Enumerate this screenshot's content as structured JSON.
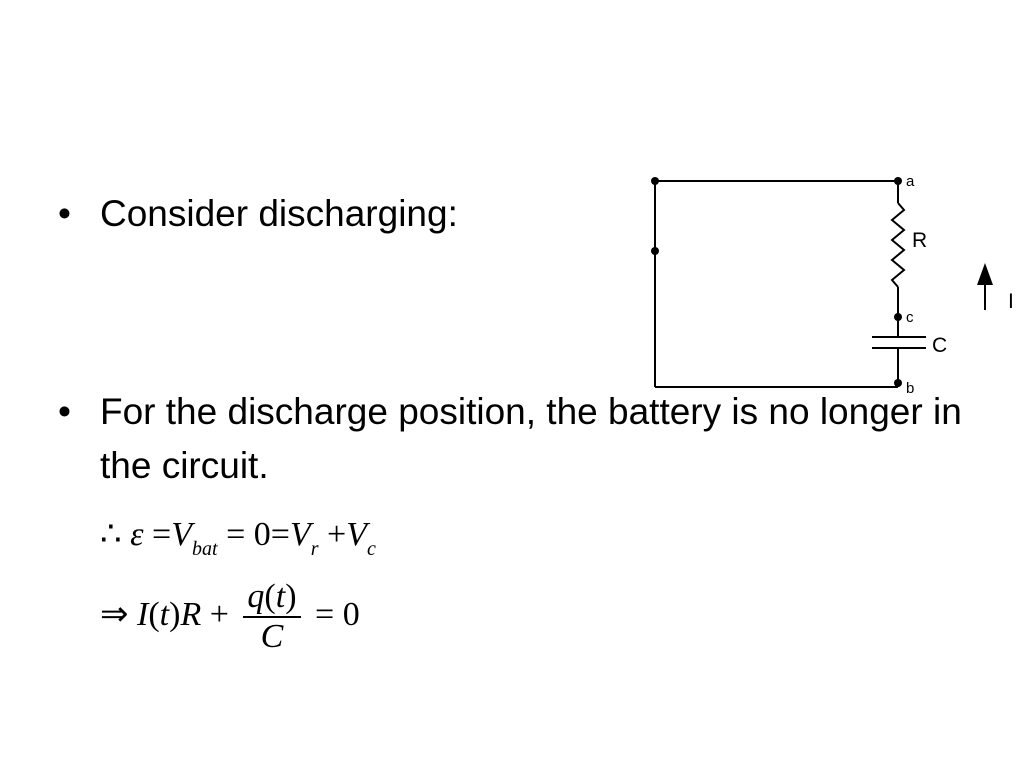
{
  "bullets": [
    {
      "marker": "•",
      "text": "Consider discharging:"
    },
    {
      "marker": "•",
      "text": "For the discharge position, the battery is no longer in the circuit."
    }
  ],
  "circuit": {
    "labels": {
      "a": "a",
      "b": "b",
      "c": "c",
      "R": "R",
      "C": "C",
      "I": "I"
    }
  },
  "equations": {
    "eq1": {
      "therefore": "∴",
      "epsilon": "ε",
      "eq_a": "=",
      "V1": "V",
      "V1_sub": "bat",
      "eq_b": "=",
      "zero": "0",
      "eq_c": "=",
      "V2": "V",
      "V2_sub": "r",
      "plus": "+",
      "V3": "V",
      "V3_sub": "c"
    },
    "eq2": {
      "implies": "⇒",
      "I": "I",
      "lp1": "(",
      "t1": "t",
      "rp1": ")",
      "R": "R",
      "plus": "+",
      "num_q": "q",
      "num_lp": "(",
      "num_t": "t",
      "num_rp": ")",
      "den": "C",
      "eq": "=",
      "zero": "0"
    }
  }
}
